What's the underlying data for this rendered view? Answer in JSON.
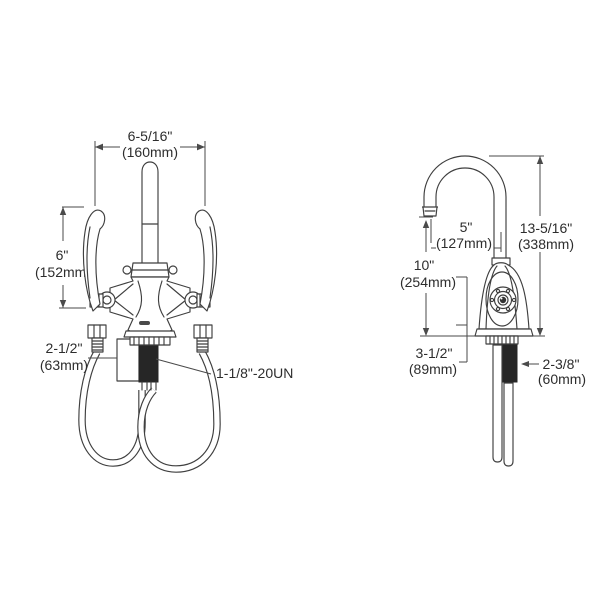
{
  "page": {
    "background": "#ffffff",
    "line_color": "#3f3f3f",
    "description": "Faucet specification technical drawing, front and side views with dimensions"
  },
  "front_view": {
    "name": "front view - two wristblade handle faucet with supply hoses",
    "dims": {
      "handle_spread": {
        "in": "6-5/16\"",
        "mm": "(160mm)"
      },
      "handle_length": {
        "in": "6\"",
        "mm": "(152mm)"
      },
      "deck_thickness": {
        "in": "2-1/2\"",
        "mm": "(63mm)"
      },
      "shank_thread": {
        "label": "1-1/8\"-20UN"
      }
    }
  },
  "side_view": {
    "name": "side view - gooseneck spout faucet",
    "dims": {
      "spout_reach": {
        "in": "5\"",
        "mm": "(127mm)"
      },
      "overall_height": {
        "in": "13-5/16\"",
        "mm": "(338mm)"
      },
      "spout_height": {
        "in": "10\"",
        "mm": "(254mm)"
      },
      "base_clearance": {
        "in": "3-1/2\"",
        "mm": "(89mm)"
      },
      "shank_length": {
        "in": "2-3/8\"",
        "mm": "(60mm)"
      }
    }
  }
}
